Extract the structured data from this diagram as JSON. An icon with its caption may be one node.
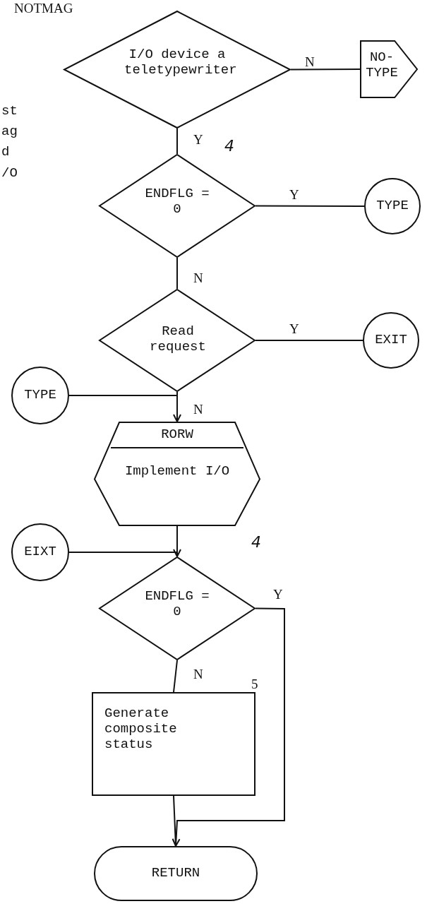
{
  "diagram": {
    "nodes": [
      {
        "text": [
          "I/O device a teletypewriter"
        ],
        "beside": [
          "NOTMAG"
        ]
      },
      {
        "text": [
          "NO- TYPE"
        ]
      },
      {
        "text": [
          "ENDFLG = 0"
        ]
      },
      {
        "text": [
          "TYPE"
        ]
      },
      {
        "text": [
          "Read request"
        ]
      },
      {
        "text": [
          "EXIT"
        ]
      },
      {
        "text": [
          "TYPE"
        ]
      },
      {
        "text": [
          "RORW",
          "Implement I/O"
        ]
      },
      {
        "text": [
          "EIXT"
        ]
      },
      {
        "text": [
          "ENDFLG = 0"
        ]
      },
      {
        "text": [
          "Generate composite status"
        ],
        "beside": [
          "5"
        ]
      },
      {
        "text": [
          "RETURN"
        ]
      }
    ],
    "edges": [
      {
        "from": 0,
        "to": 1,
        "arrow": "none",
        "label": "N"
      },
      {
        "from": 0,
        "to": 2,
        "arrow": "none",
        "label": "Y"
      },
      {
        "from": 2,
        "to": 3,
        "arrow": "none",
        "label": "Y"
      },
      {
        "from": 2,
        "to": 4,
        "arrow": "none",
        "label": "N"
      },
      {
        "from": 4,
        "to": 5,
        "arrow": "none",
        "label": "Y"
      },
      {
        "from": 6,
        "to": 7,
        "arrow": "to"
      },
      {
        "from": 4,
        "to": 7,
        "arrow": "none",
        "label": "N"
      },
      {
        "from": 8,
        "to": 9,
        "arrow": "to"
      },
      {
        "from": 7,
        "to": 9,
        "arrow": "none"
      },
      {
        "from": 9,
        "to": 10,
        "arrow": "none",
        "label": "N"
      },
      {
        "from": 9,
        "to": 11,
        "arrow": "to",
        "label": "Y"
      },
      {
        "from": 10,
        "to": 11,
        "arrow": "none"
      }
    ],
    "labels": [
      "st",
      "ag",
      "d",
      "/O",
      "4",
      "4"
    ]
  }
}
